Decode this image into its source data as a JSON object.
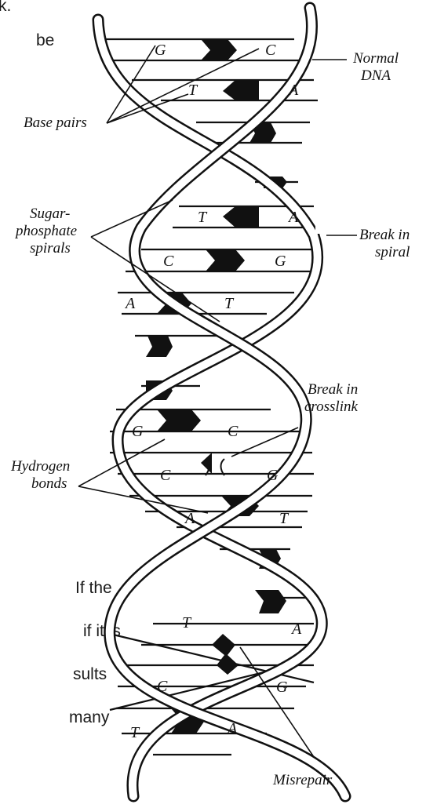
{
  "background_text": [
    {
      "id": "frag-k",
      "text": "k."
    },
    {
      "id": "frag-be",
      "text": "be"
    },
    {
      "id": "frag-if-the",
      "text": "If the"
    },
    {
      "id": "frag-if-it-is",
      "text": "if it is"
    },
    {
      "id": "frag-sults",
      "text": "sults"
    },
    {
      "id": "frag-many",
      "text": "many"
    }
  ],
  "labels": {
    "normal_dna": [
      "Normal",
      "DNA"
    ],
    "base_pairs": "Base pairs",
    "sugar_phosphate": [
      "Sugar-",
      "phosphate",
      "spirals"
    ],
    "break_spiral": [
      "Break in",
      "spiral"
    ],
    "break_crosslink": [
      "Break in",
      "crosslink"
    ],
    "hydrogen_bonds": [
      "Hydrogen",
      "bonds"
    ],
    "misrepair": "Misrepair"
  },
  "base_pairs": [
    {
      "left": "G",
      "right": "C"
    },
    {
      "left": "T",
      "right": "A"
    },
    {
      "left": "T",
      "right": "A"
    },
    {
      "left": "C",
      "right": "G"
    },
    {
      "left": "A",
      "right": "T"
    },
    {
      "left": "G",
      "right": "C"
    },
    {
      "left": "C",
      "right": "G"
    },
    {
      "left": "A",
      "right": "T"
    },
    {
      "left": "T",
      "right": "A"
    },
    {
      "left": "C",
      "right": "G"
    },
    {
      "left": "T",
      "right": "A"
    }
  ]
}
